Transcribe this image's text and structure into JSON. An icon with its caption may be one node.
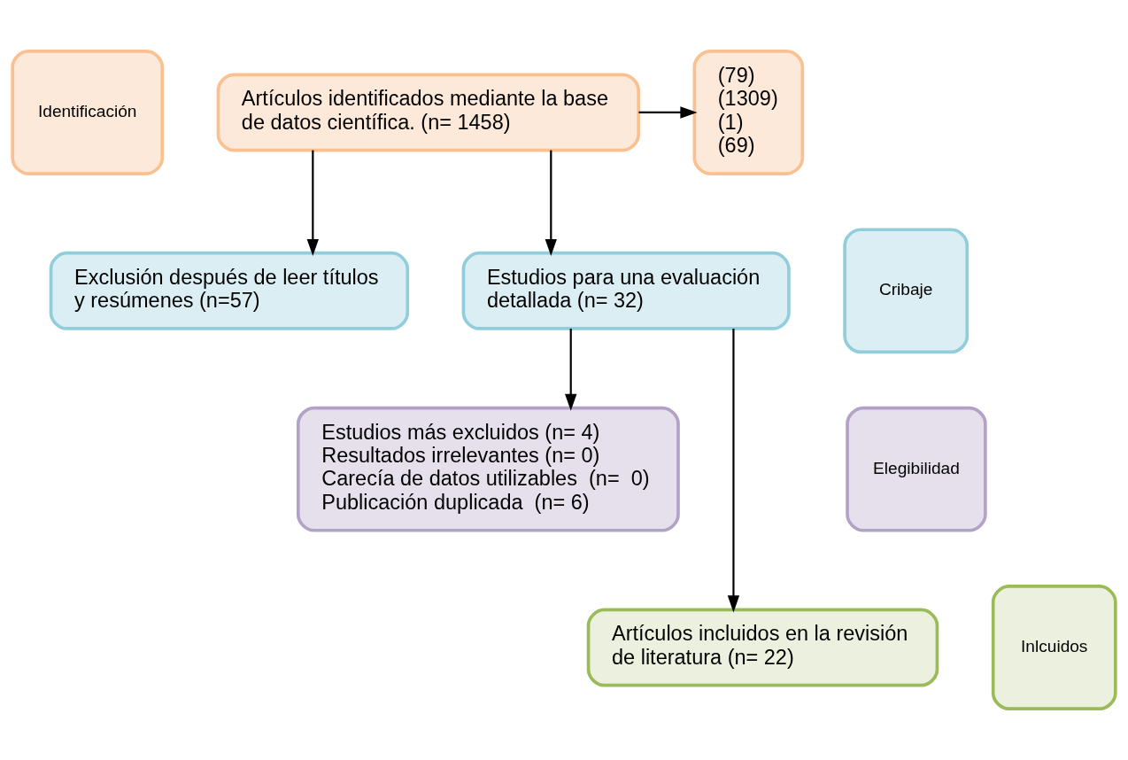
{
  "diagram": {
    "nodes": [
      {
        "text": [
          "Identificación"
        ]
      },
      {
        "text": [
          "Artículos identificados mediante la base de datos científica. (n= 1458)"
        ]
      },
      {
        "text": [
          "(79)",
          "(1309)",
          "(1)",
          "(69)"
        ]
      },
      {
        "text": [
          "Cribaje"
        ]
      },
      {
        "text": [
          "Exclusión después de leer títulos y resúmenes (n=57)"
        ]
      },
      {
        "text": [
          "Estudios para una evaluación detallada (n= 32)"
        ]
      },
      {
        "text": [
          "Elegibilidad"
        ]
      },
      {
        "text": [
          "Estudios más excluidos (n= 4)",
          "Resultados irrelevantes (n= 0)",
          "Carecía de datos utilizables  (n=  0)",
          "Publicación duplicada  (n= 6)"
        ]
      },
      {
        "text": [
          "Inlcuidos"
        ]
      },
      {
        "text": [
          "Artículos incluidos en la revisión de literatura (n= 22)"
        ]
      }
    ],
    "edges": [
      {
        "from": 1,
        "to": 2,
        "arrow": "to"
      },
      {
        "from": 1,
        "to": 4,
        "arrow": "to"
      },
      {
        "from": 1,
        "to": 5,
        "arrow": "to"
      },
      {
        "from": 5,
        "to": 7,
        "arrow": "to"
      },
      {
        "from": 5,
        "to": 9,
        "arrow": "to"
      }
    ]
  }
}
